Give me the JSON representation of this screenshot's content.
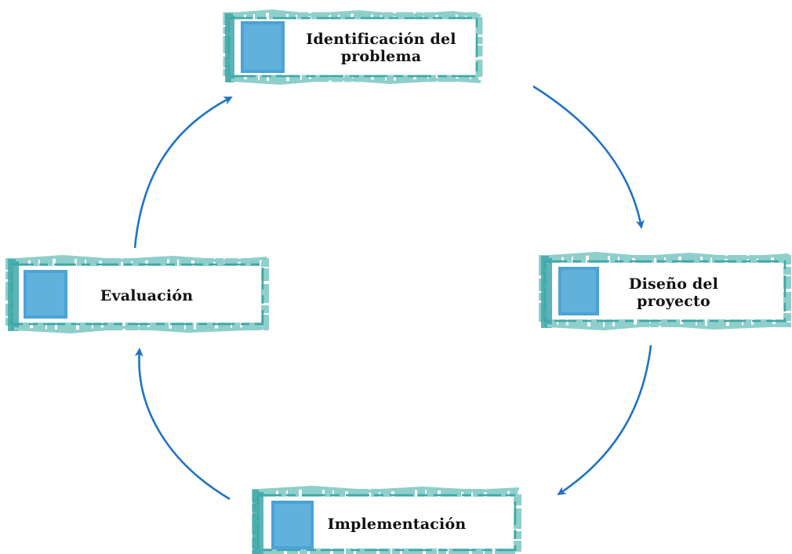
{
  "diagram": {
    "type": "cycle",
    "nodes": [
      {
        "id": "problem-identification",
        "label": "Identificación del problema"
      },
      {
        "id": "project-design",
        "label": "Diseño del proyecto"
      },
      {
        "id": "implementation",
        "label": "Implementación"
      },
      {
        "id": "evaluation",
        "label": "Evaluación"
      }
    ],
    "edges": [
      {
        "from": "problem-identification",
        "to": "project-design"
      },
      {
        "from": "project-design",
        "to": "implementation"
      },
      {
        "from": "implementation",
        "to": "evaluation"
      },
      {
        "from": "evaluation",
        "to": "problem-identification"
      }
    ]
  },
  "colors": {
    "arrow": "#1f73c4",
    "frame_border": "#8fcfcb",
    "frame_border_dark": "#3fa7a9",
    "square_fill": "#4ba3d6",
    "square_light": "#7cc3e6",
    "label_text": "#111111"
  }
}
